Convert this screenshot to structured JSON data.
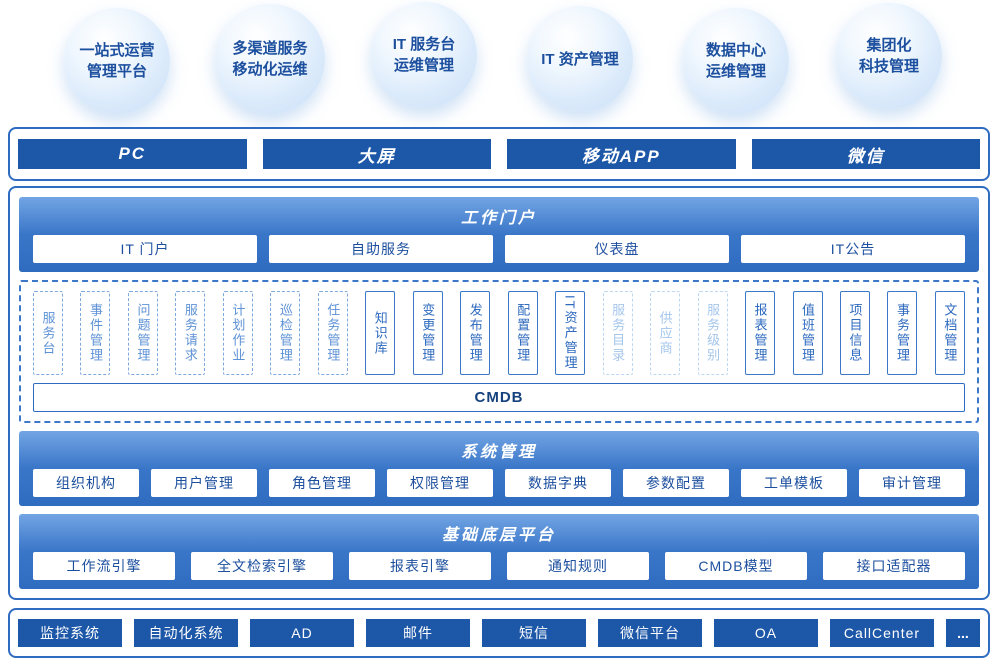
{
  "colors": {
    "border_blue": "#2f6cc1",
    "dark_bar_blue": "#1d57a8",
    "panel_blue": "#3a76c8",
    "text_blue": "#1c4f9e",
    "light_module_blue": "#a5c6ec"
  },
  "bubbles": [
    "一站式运营\n管理平台",
    "多渠道服务\n移动化运维",
    "IT 服务台\n运维管理",
    "IT 资产管理",
    "数据中心\n运维管理",
    "集团化\n科技管理"
  ],
  "channels": [
    "PC",
    "大屏",
    "移动APP",
    "微信"
  ],
  "portal": {
    "title": "工作门户",
    "items": [
      "IT 门户",
      "自助服务",
      "仪表盘",
      "IT公告"
    ]
  },
  "modules": {
    "items": [
      "服务台",
      "事件管理",
      "问题管理",
      "服务请求",
      "计划作业",
      "巡检管理",
      "任务管理",
      "知识库",
      "变更管理",
      "发布管理",
      "配置管理",
      "IT资产管理",
      "服务目录",
      "供应商",
      "服务级别",
      "报表管理",
      "值班管理",
      "项目信息",
      "事务管理",
      "文档管理"
    ],
    "cmdb_label": "CMDB"
  },
  "system": {
    "title": "系统管理",
    "items": [
      "组织机构",
      "用户管理",
      "角色管理",
      "权限管理",
      "数据字典",
      "参数配置",
      "工单模板",
      "审计管理"
    ]
  },
  "base": {
    "title": "基础底层平台",
    "items": [
      "工作流引擎",
      "全文检索引擎",
      "报表引擎",
      "通知规则",
      "CMDB模型",
      "接口适配器"
    ]
  },
  "integrations": [
    "监控系统",
    "自动化系统",
    "AD",
    "邮件",
    "短信",
    "微信平台",
    "OA",
    "CallCenter",
    "..."
  ]
}
